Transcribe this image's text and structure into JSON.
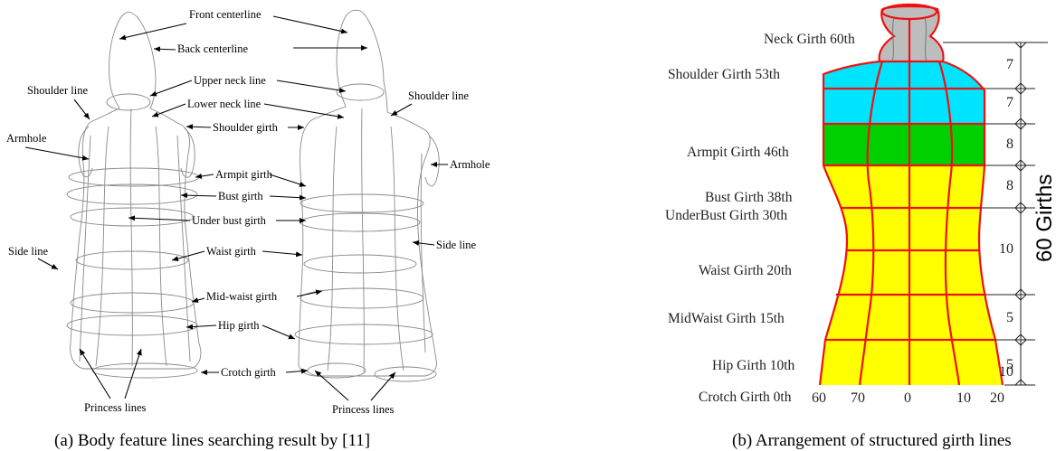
{
  "panel_a": {
    "labels": {
      "front_centerline": "Front centerline",
      "back_centerline": "Back centerline",
      "upper_neck_line": "Upper neck line",
      "lower_neck_line": "Lower neck line",
      "shoulder_line_left": "Shoulder line",
      "shoulder_line_right": "Shoulder line",
      "armhole_left": "Armhole",
      "armhole_right": "Armhole",
      "shoulder_girth": "Shoulder girth",
      "armpit_girth": "Armpit girth",
      "bust_girth": "Bust girth",
      "under_bust_girth": "Under bust girth",
      "side_line_left": "Side line",
      "side_line_right": "Side line",
      "waist_girth": "Waist girth",
      "mid_waist_girth": "Mid-waist girth",
      "hip_girth": "Hip girth",
      "crotch_girth": "Crotch girth",
      "princess_lines_left": "Princess lines",
      "princess_lines_right": "Princess lines"
    },
    "caption": "(a) Body feature lines searching result by [11]"
  },
  "panel_b": {
    "girths": [
      {
        "label": "Neck Girth 60th",
        "index": 60
      },
      {
        "label": "Shoulder Girth 53th",
        "index": 53
      },
      {
        "label": "Armpit Girth 46th",
        "index": 46
      },
      {
        "label": "Bust Girth 38th",
        "index": 38
      },
      {
        "label": "UnderBust Girth 30th",
        "index": 30
      },
      {
        "label": "Waist Girth 20th",
        "index": 20
      },
      {
        "label": "MidWaist Girth 15th",
        "index": 15
      },
      {
        "label": "Hip Girth 10th",
        "index": 10
      },
      {
        "label": "Crotch Girth 0th",
        "index": 0
      }
    ],
    "segments": [
      "7",
      "7",
      "8",
      "8",
      "10",
      "5",
      "5",
      "10"
    ],
    "x_ticks": [
      "60",
      "70",
      "0",
      "10",
      "20"
    ],
    "axis_label": "60 Girths",
    "colors": {
      "neck": "#bdbdbd",
      "shoulder_to_armpit": "#00e5ff",
      "armpit_to_bust": "#00d000",
      "bust_to_crotch": "#ffff00",
      "grid": "#ee1111"
    },
    "caption": "(b) Arrangement of structured girth lines"
  }
}
